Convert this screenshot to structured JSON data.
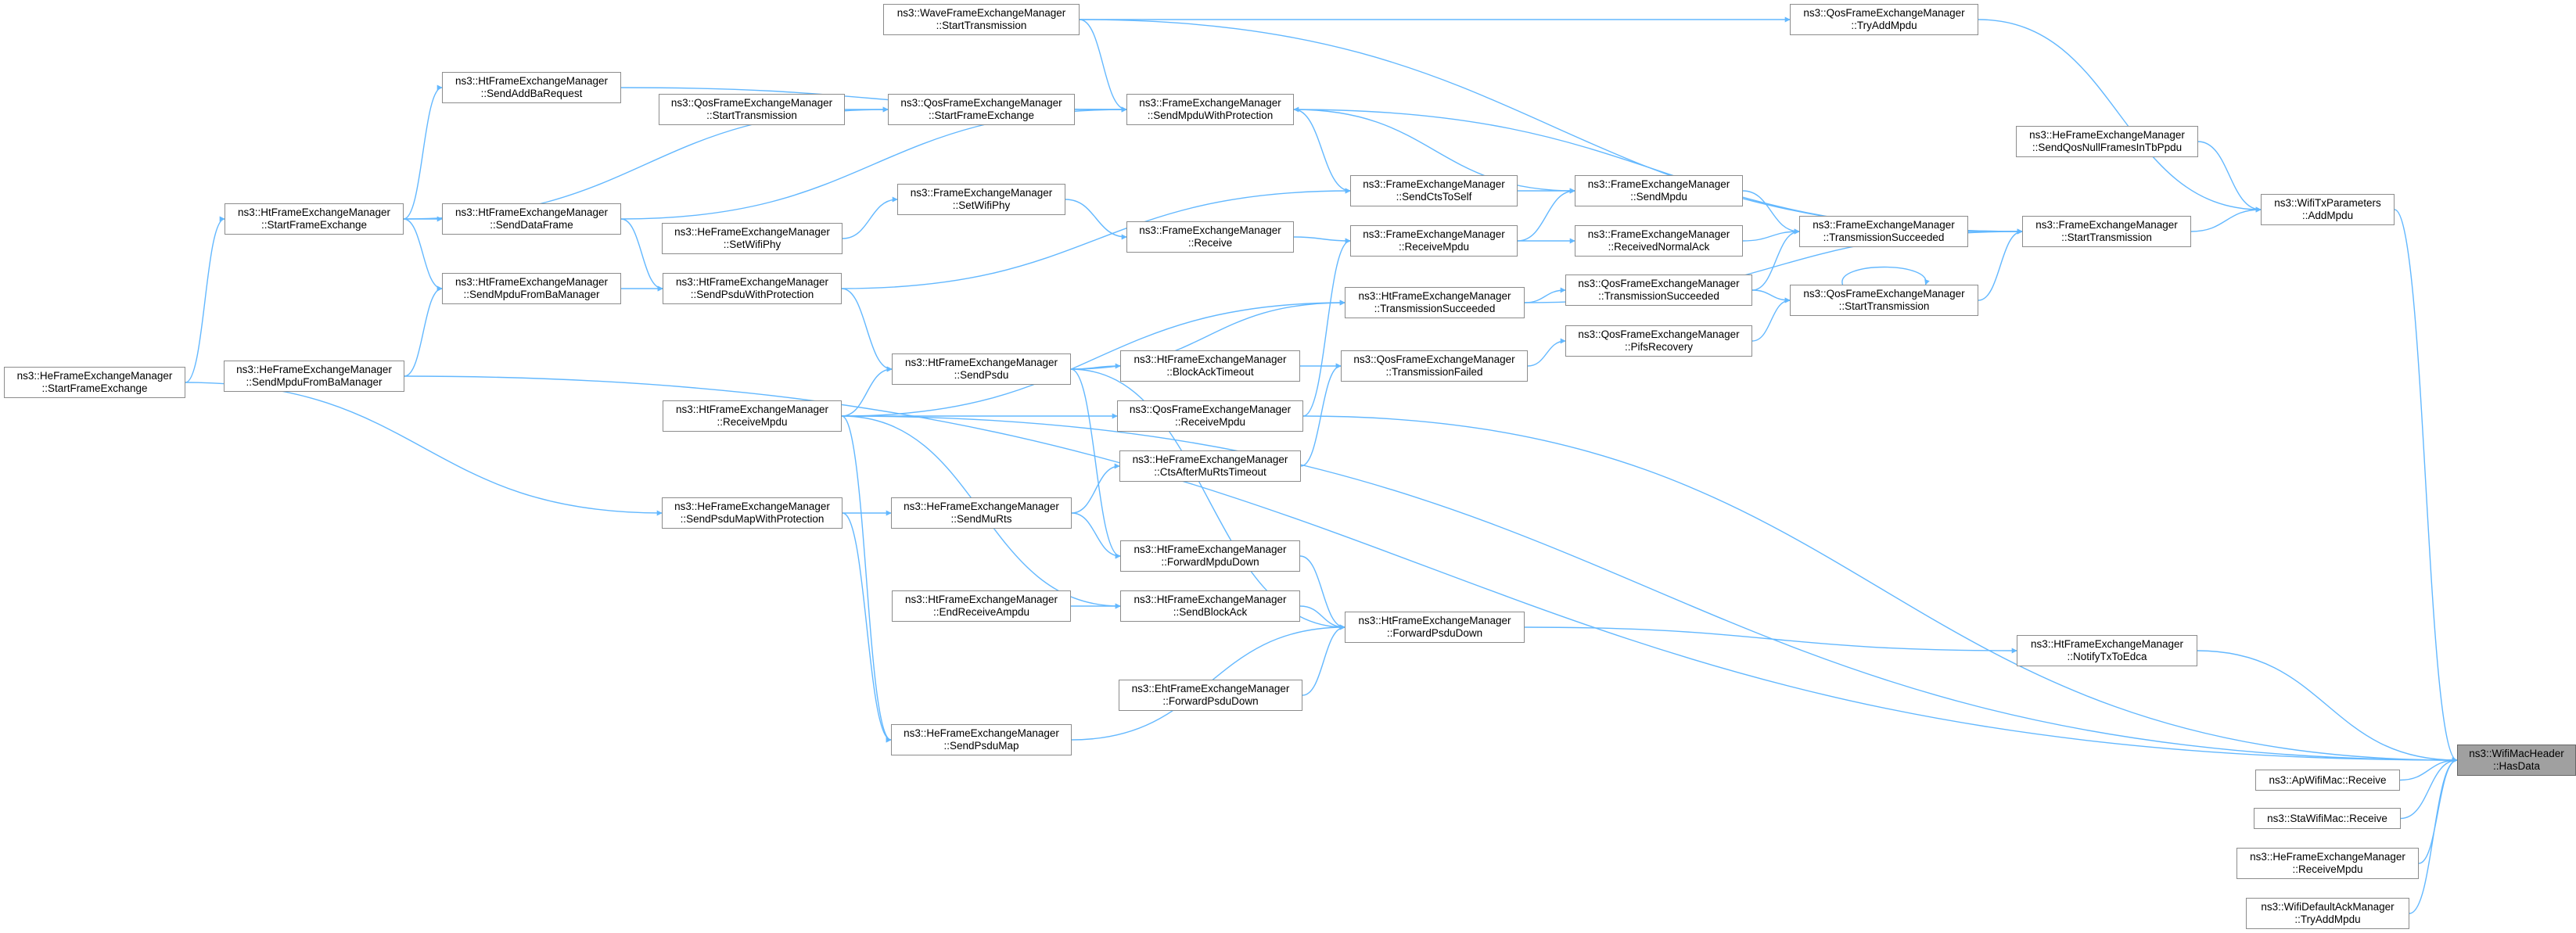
{
  "colors": {
    "edge": "#63b8ff",
    "node_border": "#8c8c8c",
    "focus_fill": "#a0a0a0"
  },
  "nodes": {
    "he_sfe": [
      "ns3::HeFrameExchangeManager",
      "::StartFrameExchange"
    ],
    "ht_sfe": [
      "ns3::HtFrameExchangeManager",
      "::StartFrameExchange"
    ],
    "ht_addba": [
      "ns3::HtFrameExchangeManager",
      "::SendAddBaRequest"
    ],
    "qos_st_left": [
      "ns3::QosFrameExchangeManager",
      "::StartTransmission"
    ],
    "ht_senddata": [
      "ns3::HtFrameExchangeManager",
      "::SendDataFrame"
    ],
    "he_setphy": [
      "ns3::HeFrameExchangeManager",
      "::SetWifiPhy"
    ],
    "ht_mpdufromba": [
      "ns3::HtFrameExchangeManager",
      "::SendMpduFromBaManager"
    ],
    "ht_psduwp": [
      "ns3::HtFrameExchangeManager",
      "::SendPsduWithProtection"
    ],
    "he_mpdufromba": [
      "ns3::HeFrameExchangeManager",
      "::SendMpduFromBaManager"
    ],
    "ht_rxmpdu": [
      "ns3::HtFrameExchangeManager",
      "::ReceiveMpdu"
    ],
    "wave_st": [
      "ns3::WaveFrameExchangeManager",
      "::StartTransmission"
    ],
    "qos_sfe": [
      "ns3::QosFrameExchangeManager",
      "::StartFrameExchange"
    ],
    "fem_mpduwp": [
      "ns3::FrameExchangeManager",
      "::SendMpduWithProtection"
    ],
    "fem_setphy": [
      "ns3::FrameExchangeManager",
      "::SetWifiPhy"
    ],
    "fem_rx": [
      "ns3::FrameExchangeManager",
      "::Receive"
    ],
    "fem_cts": [
      "ns3::FrameExchangeManager",
      "::SendCtsToSelf"
    ],
    "fem_rxmpdu": [
      "ns3::FrameExchangeManager",
      "::ReceiveMpdu"
    ],
    "fem_sendmpdu": [
      "ns3::FrameExchangeManager",
      "::SendMpdu"
    ],
    "fem_rxack": [
      "ns3::FrameExchangeManager",
      "::ReceivedNormalAck"
    ],
    "ht_txsucc": [
      "ns3::HtFrameExchangeManager",
      "::TransmissionSucceeded"
    ],
    "qos_txsucc": [
      "ns3::QosFrameExchangeManager",
      "::TransmissionSucceeded"
    ],
    "qos_pifs": [
      "ns3::QosFrameExchangeManager",
      "::PifsRecovery"
    ],
    "ht_sendpsdu": [
      "ns3::HtFrameExchangeManager",
      "::SendPsdu"
    ],
    "ht_batimeout": [
      "ns3::HtFrameExchangeManager",
      "::BlockAckTimeout"
    ],
    "qos_txfail": [
      "ns3::QosFrameExchangeManager",
      "::TransmissionFailed"
    ],
    "qos_rxmpdu": [
      "ns3::QosFrameExchangeManager",
      "::ReceiveMpdu"
    ],
    "he_ctstimeout": [
      "ns3::HeFrameExchangeManager",
      "::CtsAfterMuRtsTimeout"
    ],
    "qos_tryadd": [
      "ns3::QosFrameExchangeManager",
      "::TryAddMpdu"
    ],
    "he_qosnull": [
      "ns3::HeFrameExchangeManager",
      "::SendQosNullFramesInTbPpdu"
    ],
    "txp_addmpdu": [
      "ns3::WifiTxParameters",
      "::AddMpdu"
    ],
    "fem_txsucc": [
      "ns3::FrameExchangeManager",
      "::TransmissionSucceeded"
    ],
    "fem_st": [
      "ns3::FrameExchangeManager",
      "::StartTransmission"
    ],
    "qos_st_right": [
      "ns3::QosFrameExchangeManager",
      "::StartTransmission"
    ],
    "he_psdumapwp": [
      "ns3::HeFrameExchangeManager",
      "::SendPsduMapWithProtection"
    ],
    "he_murts": [
      "ns3::HeFrameExchangeManager",
      "::SendMuRts"
    ],
    "ht_fwdmpdu": [
      "ns3::HtFrameExchangeManager",
      "::ForwardMpduDown"
    ],
    "ht_endampdu": [
      "ns3::HtFrameExchangeManager",
      "::EndReceiveAmpdu"
    ],
    "ht_sendba": [
      "ns3::HtFrameExchangeManager",
      "::SendBlockAck"
    ],
    "ht_fwdpsdu": [
      "ns3::HtFrameExchangeManager",
      "::ForwardPsduDown"
    ],
    "eht_fwdpsdu": [
      "ns3::EhtFrameExchangeManager",
      "::ForwardPsduDown"
    ],
    "he_psdumap": [
      "ns3::HeFrameExchangeManager",
      "::SendPsduMap"
    ],
    "ht_notify": [
      "ns3::HtFrameExchangeManager",
      "::NotifyTxToEdca"
    ],
    "hasdata": [
      "ns3::WifiMacHeader",
      "::HasData"
    ],
    "ap_rx": [
      "ns3::ApWifiMac::Receive"
    ],
    "sta_rx": [
      "ns3::StaWifiMac::Receive"
    ],
    "he_rxmpdu": [
      "ns3::HeFrameExchangeManager",
      "::ReceiveMpdu"
    ],
    "ack_tryadd": [
      "ns3::WifiDefaultAckManager",
      "::TryAddMpdu"
    ]
  },
  "edges": [
    [
      "he_sfe",
      "ht_sfe"
    ],
    [
      "he_sfe",
      "he_psdumapwp"
    ],
    [
      "ht_sfe",
      "ht_addba"
    ],
    [
      "ht_sfe",
      "ht_senddata"
    ],
    [
      "ht_sfe",
      "ht_mpdufromba"
    ],
    [
      "ht_sfe",
      "qos_sfe"
    ],
    [
      "ht_addba",
      "fem_mpduwp"
    ],
    [
      "qos_st_left",
      "qos_sfe"
    ],
    [
      "ht_senddata",
      "fem_mpduwp"
    ],
    [
      "ht_senddata",
      "ht_psduwp"
    ],
    [
      "he_setphy",
      "fem_setphy"
    ],
    [
      "ht_mpdufromba",
      "ht_psduwp"
    ],
    [
      "he_mpdufromba",
      "ht_mpdufromba"
    ],
    [
      "he_mpdufromba",
      "hasdata"
    ],
    [
      "ht_psduwp",
      "fem_cts"
    ],
    [
      "ht_psduwp",
      "ht_sendpsdu"
    ],
    [
      "ht_rxmpdu",
      "ht_sendpsdu"
    ],
    [
      "ht_rxmpdu",
      "ht_txsucc"
    ],
    [
      "ht_rxmpdu",
      "qos_rxmpdu"
    ],
    [
      "ht_rxmpdu",
      "he_psdumap"
    ],
    [
      "ht_rxmpdu",
      "ht_sendba"
    ],
    [
      "ht_rxmpdu",
      "hasdata"
    ],
    [
      "wave_st",
      "qos_tryadd"
    ],
    [
      "wave_st",
      "fem_mpduwp"
    ],
    [
      "wave_st",
      "fem_st"
    ],
    [
      "qos_sfe",
      "fem_mpduwp"
    ],
    [
      "fem_mpduwp",
      "fem_cts"
    ],
    [
      "fem_mpduwp",
      "fem_sendmpdu"
    ],
    [
      "fem_st",
      "fem_mpduwp"
    ],
    [
      "fem_setphy",
      "fem_rx"
    ],
    [
      "fem_rx",
      "fem_rxmpdu"
    ],
    [
      "fem_cts",
      "fem_sendmpdu"
    ],
    [
      "fem_rxmpdu",
      "fem_sendmpdu"
    ],
    [
      "fem_rxmpdu",
      "fem_rxack"
    ],
    [
      "fem_sendmpdu",
      "fem_txsucc"
    ],
    [
      "fem_rxack",
      "fem_txsucc"
    ],
    [
      "ht_txsucc",
      "qos_txsucc"
    ],
    [
      "ht_txsucc",
      "fem_st"
    ],
    [
      "qos_txsucc",
      "fem_txsucc"
    ],
    [
      "qos_txsucc",
      "qos_st_right"
    ],
    [
      "qos_pifs",
      "qos_st_right"
    ],
    [
      "fem_txsucc",
      "fem_st"
    ],
    [
      "qos_st_right",
      "qos_st_right"
    ],
    [
      "qos_st_right",
      "fem_st"
    ],
    [
      "fem_st",
      "txp_addmpdu"
    ],
    [
      "qos_tryadd",
      "txp_addmpdu"
    ],
    [
      "he_qosnull",
      "txp_addmpdu"
    ],
    [
      "txp_addmpdu",
      "hasdata"
    ],
    [
      "ht_sendpsdu",
      "ht_batimeout"
    ],
    [
      "ht_sendpsdu",
      "ht_txsucc"
    ],
    [
      "ht_sendpsdu",
      "ht_fwdmpdu"
    ],
    [
      "ht_sendpsdu",
      "ht_fwdpsdu"
    ],
    [
      "ht_batimeout",
      "qos_txfail"
    ],
    [
      "qos_txfail",
      "qos_pifs"
    ],
    [
      "he_ctstimeout",
      "qos_txfail"
    ],
    [
      "qos_rxmpdu",
      "fem_rxmpdu"
    ],
    [
      "qos_rxmpdu",
      "hasdata"
    ],
    [
      "he_psdumapwp",
      "he_murts"
    ],
    [
      "he_psdumapwp",
      "he_psdumap"
    ],
    [
      "he_murts",
      "he_ctstimeout"
    ],
    [
      "he_murts",
      "ht_fwdmpdu"
    ],
    [
      "ht_fwdmpdu",
      "ht_fwdpsdu"
    ],
    [
      "ht_endampdu",
      "ht_sendba"
    ],
    [
      "ht_sendba",
      "ht_fwdpsdu"
    ],
    [
      "he_psdumap",
      "ht_fwdpsdu"
    ],
    [
      "eht_fwdpsdu",
      "ht_fwdpsdu"
    ],
    [
      "ht_fwdpsdu",
      "ht_notify"
    ],
    [
      "ht_notify",
      "hasdata"
    ],
    [
      "ap_rx",
      "hasdata"
    ],
    [
      "sta_rx",
      "hasdata"
    ],
    [
      "he_rxmpdu",
      "hasdata"
    ],
    [
      "ack_tryadd",
      "hasdata"
    ]
  ]
}
